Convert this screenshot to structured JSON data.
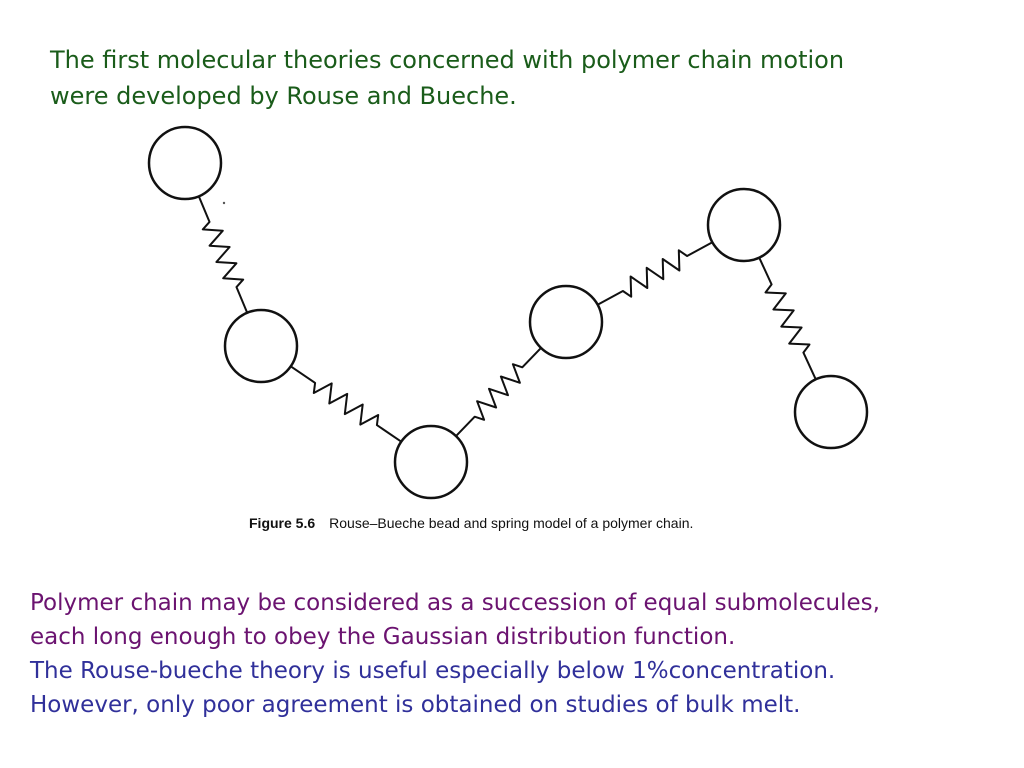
{
  "slide": {
    "intro_lines": [
      "The first molecular theories concerned with polymer chain motion",
      "were developed by Rouse and Bueche."
    ],
    "figure": {
      "number": "Figure 5.6",
      "caption": "Rouse–Bueche bead and spring model of a polymer chain."
    },
    "body_lines": [
      "Polymer chain may be considered as a succession of equal submolecules,",
      "each long enough to obey the Gaussian distribution function.",
      "The Rouse-bueche theory is useful especially below 1%concentration.",
      "However, only poor agreement is obtained on studies of bulk melt."
    ],
    "colors": {
      "intro_text": "#1a5c1a",
      "body_purple": "#6b1370",
      "body_blue": "#30309a"
    }
  }
}
